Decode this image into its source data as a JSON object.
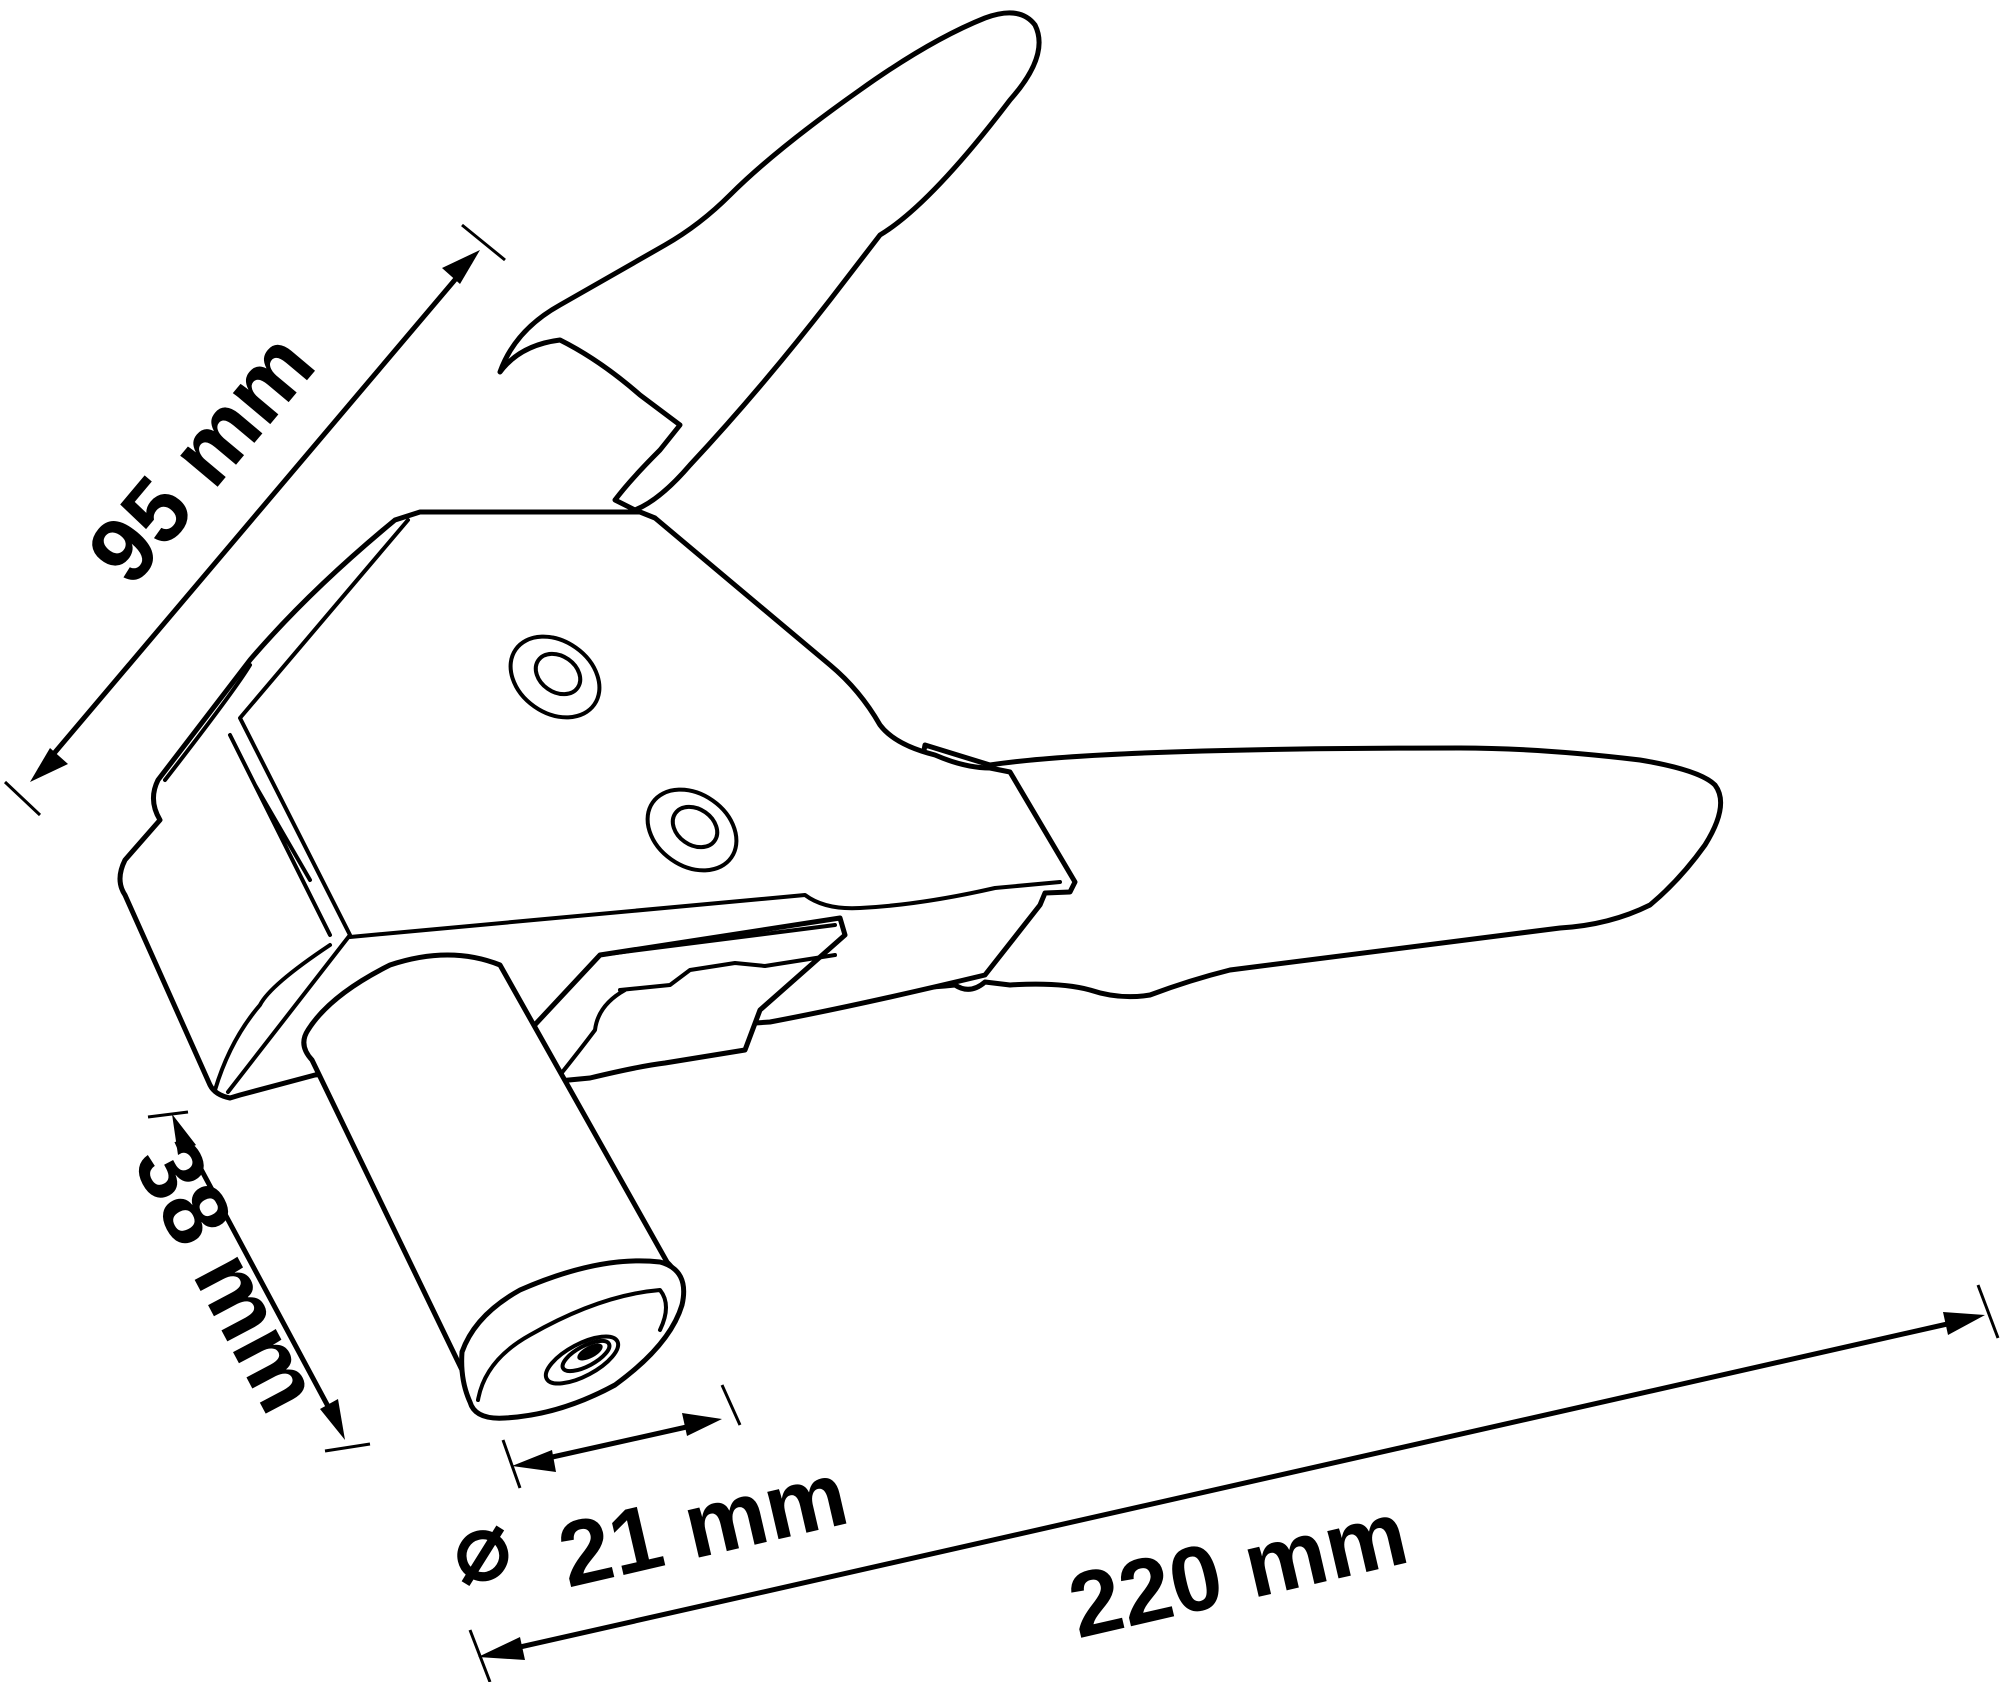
{
  "colors": {
    "line": "#000000",
    "background": "#ffffff"
  },
  "dimensions": {
    "width": {
      "label": "95 mm"
    },
    "height": {
      "label": "38 mm"
    },
    "diameter": {
      "symbol": "⌀",
      "label": "21 mm"
    },
    "length": {
      "label": "220 mm"
    }
  }
}
